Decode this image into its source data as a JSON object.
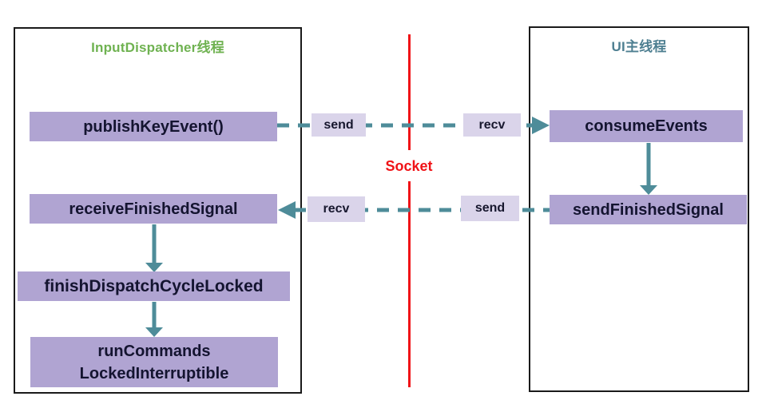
{
  "diagram": {
    "left_panel": {
      "title": "InputDispatcher线程"
    },
    "right_panel": {
      "title": "UI主线程"
    },
    "nodes": {
      "publish_key_event": "publishKeyEvent()",
      "receive_finished_signal": "receiveFinishedSignal",
      "finish_dispatch_cycle_locked": "finishDispatchCycleLocked",
      "run_commands": "runCommands\nLockedInterruptible",
      "consume_events": "consumeEvents",
      "send_finished_signal": "sendFinishedSignal"
    },
    "edge_labels": {
      "top_send": "send",
      "top_recv": "recv",
      "bottom_recv": "recv",
      "bottom_send": "send"
    },
    "socket_label": "Socket",
    "colors": {
      "node_fill": "#b0a4d2",
      "edge_label_fill": "#dad4ea",
      "arrow_teal": "#4e8c99",
      "socket_red": "#f01317",
      "left_title_green": "#6fb251",
      "right_title_teal": "#4e7f91",
      "node_text": "#141430",
      "panel_border": "#1a1a1a"
    }
  }
}
